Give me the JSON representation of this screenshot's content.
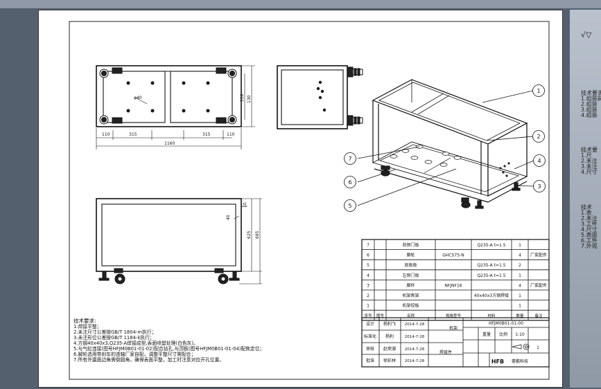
{
  "side_panel": {
    "mark": "√▽",
    "groups": [
      [
        "技术要求",
        "1.组装前",
        "2.组装",
        "3.组装",
        "4.组装"
      ],
      [
        "技术要",
        "1.尺",
        "2.未注",
        "3.未注",
        "4.尺寸"
      ],
      [
        "技术",
        "1.表",
        "2.未注",
        "3.工件",
        "4.尺寸",
        "5.表面",
        "6.工件",
        "7.外观"
      ]
    ]
  },
  "dims": {
    "top": {
      "d40": "φ40",
      "d110": "110",
      "d130": "130",
      "d1160": "1160",
      "d315a": "315",
      "d315b": "315",
      "d110a": "110",
      "d110b": "110"
    },
    "front": {
      "d40": "40",
      "d10": "10",
      "d625": "625",
      "d685": "685"
    }
  },
  "balloons": [
    "1",
    "2",
    "3",
    "4",
    "5",
    "6",
    "7"
  ],
  "bom": {
    "rows": [
      {
        "no": "7",
        "name": "前侧门板",
        "code": "",
        "material": "Q235-A  t=1.5",
        "qty": "1",
        "note": ""
      },
      {
        "no": "6",
        "name": "脚轮",
        "code": "GHCS75-N",
        "material": "",
        "qty": "4",
        "note": "厂家配件"
      },
      {
        "no": "5",
        "name": "底板板",
        "code": "",
        "material": "Q235-A  t=1.5",
        "qty": "2",
        "note": ""
      },
      {
        "no": "4",
        "name": "左侧门板",
        "code": "",
        "material": "Q235-A  t=1.5",
        "qty": "1",
        "note": ""
      },
      {
        "no": "3",
        "name": "脚杯",
        "code": "NFJNF16",
        "material": "",
        "qty": "4",
        "note": "厂家配件"
      },
      {
        "no": "2",
        "name": "机架焦架",
        "code": "",
        "material": "40x40x3方钢焊接",
        "qty": "1",
        "note": ""
      },
      {
        "no": "1",
        "name": "机架挖板",
        "code": "",
        "material": "",
        "qty": "1",
        "note": ""
      }
    ],
    "header": [
      "序号",
      "图号",
      "名称",
      "规格型号",
      "材料",
      "数量",
      "备注"
    ]
  },
  "title_block": {
    "rows": [
      {
        "role": "设计",
        "name": "杨利飞",
        "date": "2014-7-28"
      },
      {
        "role": "标准化",
        "name": "杨利",
        "date": "2014-7-28"
      },
      {
        "role": "审核",
        "name": "赵荣潮",
        "date": "2014-7-28"
      },
      {
        "role": "批准",
        "name": "徐彩林",
        "date": "2014-7-28"
      }
    ],
    "part_name": "机架",
    "drawing_no": "HFJM0B01-01-00",
    "material": "焊接件",
    "labels": {
      "weight": "重量",
      "ratio": "比例"
    },
    "ratio": "1:10",
    "sheet": "1",
    "company_logo": "HFB",
    "company": "豪鹏科技"
  },
  "notes": {
    "title": "技术要求:",
    "items": [
      "1.焊接平整；",
      "2.未注尺寸公差按GB/T 1804-m执行；",
      "3.未注形位公差按GB/T 1184-k执行；",
      "4.方钢40x40x3,Q235-A焊接成型,表面喷塑处理(白色灰)。",
      "5.与气缸连接(图号HFJM0B01-01-02)配合钻孔,与顶板(图号HFJM0B01-01-04)配焦定位；",
      "6.脚轮选用带刹车的连轴厂家自配，调整平整尺寸需配合；",
      "7.所有外露面边角需倒圆角，确保表面平整，加工时注意对应开孔位置。"
    ]
  }
}
